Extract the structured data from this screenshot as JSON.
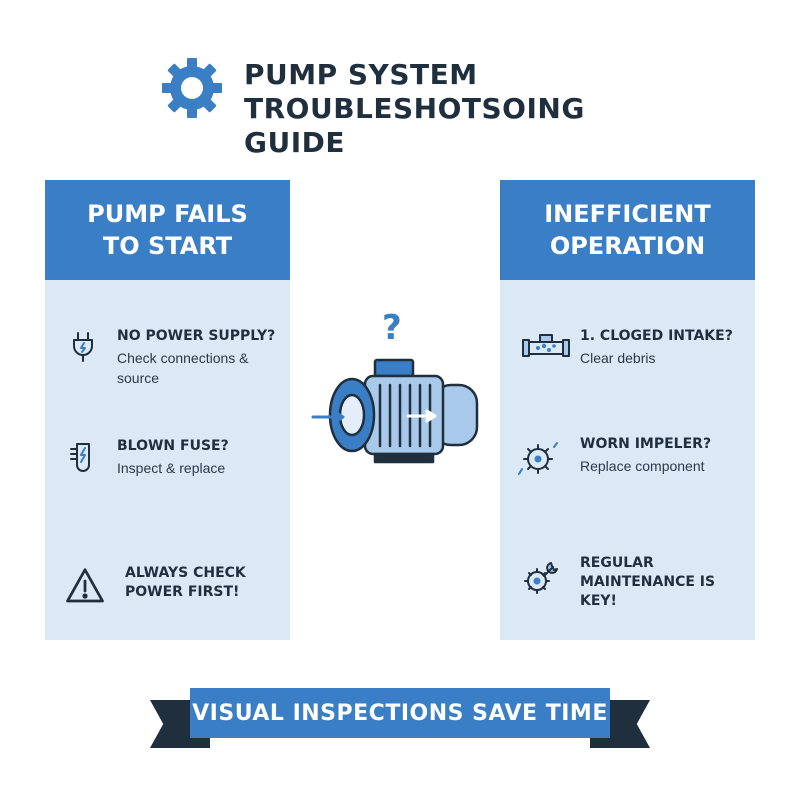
{
  "header": {
    "title": "PUMP SYSTEM\nTROUBLESHOTSOING GUIDE",
    "icon": "gear-icon"
  },
  "colors": {
    "accent": "#3a7fc6",
    "panel_bg": "#dbe8f6",
    "dark": "#1f2f3d"
  },
  "left_panel": {
    "title": "PUMP FAILS\nTO START",
    "items": [
      {
        "icon": "power-plug-icon",
        "title": "NO POWER SUPPLY?",
        "detail": "Check connections & source"
      },
      {
        "icon": "fuse-icon",
        "title": "BLOWN FUSE?",
        "detail": "Inspect & replace"
      },
      {
        "icon": "warning-icon",
        "title": "ALWAYS CHECK\nPOWER FIRST!",
        "detail": ""
      }
    ]
  },
  "center": {
    "question_mark": "?",
    "icon": "pump-motor-icon"
  },
  "right_panel": {
    "title": "INEFFICIENT\nOPERATION",
    "items": [
      {
        "icon": "clogged-pipe-icon",
        "title": "1. CLOGED INTAKE?",
        "detail": "Clear debris"
      },
      {
        "icon": "impeller-icon",
        "title": "WORN IMPELER?",
        "detail": "Replace component"
      },
      {
        "icon": "wrench-gear-icon",
        "title": "REGULAR\nMAINTENANCE IS KEY!",
        "detail": ""
      }
    ]
  },
  "banner": {
    "text": "VISUAL INSPECTIONS SAVE TIME"
  }
}
